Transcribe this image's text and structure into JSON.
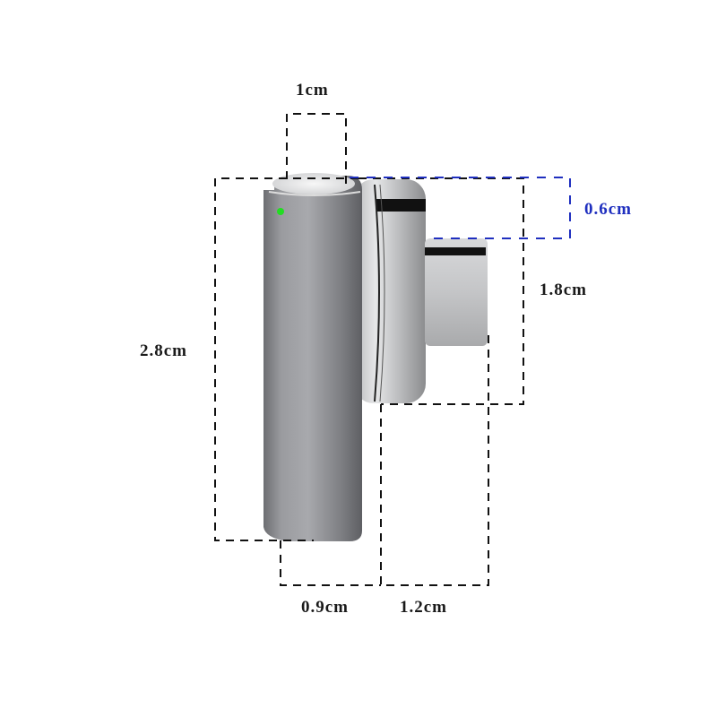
{
  "diagram": {
    "subject": "USB-C magnetic right-angle adapter",
    "colors": {
      "dimension_line": "#111111",
      "dimension_line_accent": "#1f2fbf",
      "body": "#8e8f93",
      "chrome": "#c9cacc",
      "led": "#22dd22"
    },
    "dimensions": {
      "top_width": "1cm",
      "height_total": "2.8cm",
      "plug_depth": "0.6cm",
      "connector_height": "1.8cm",
      "bottom_body_width": "0.9cm",
      "bottom_connector_width": "1.2cm"
    },
    "indicator": "green-led"
  }
}
